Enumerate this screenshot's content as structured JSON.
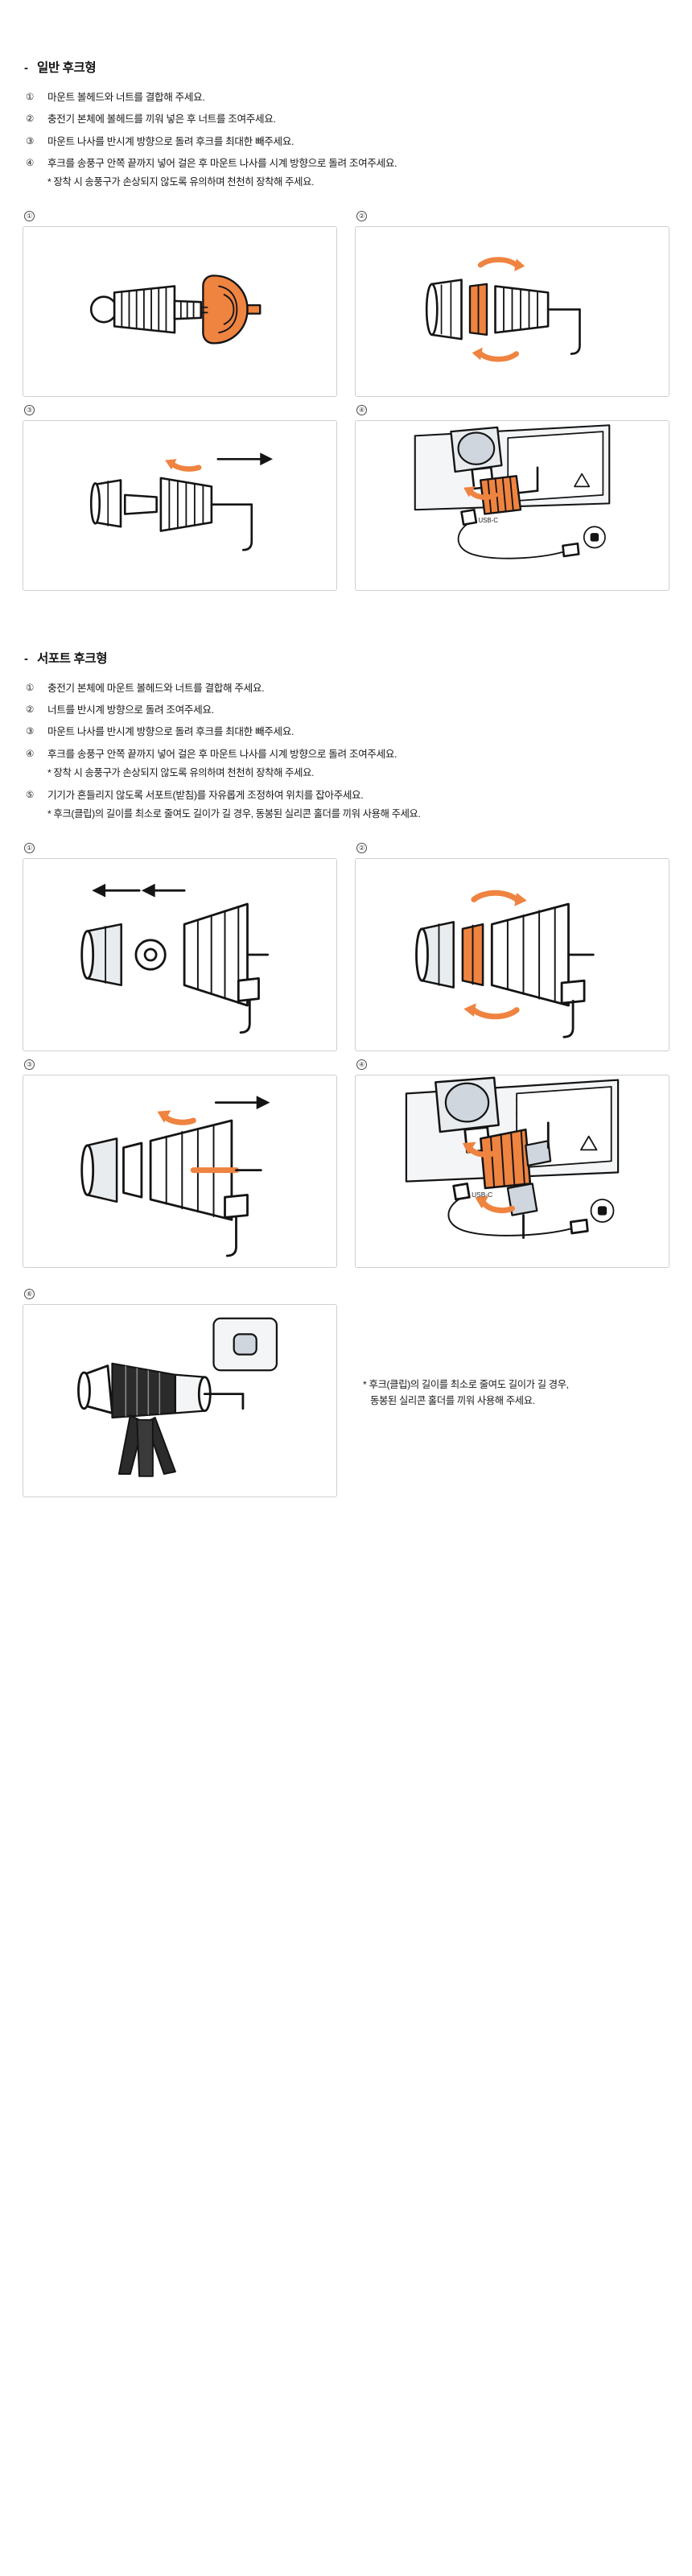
{
  "document": {
    "language": "ko"
  },
  "sections": [
    {
      "id": "standard-hook",
      "bullet": "-",
      "title": "일반 후크형",
      "steps": [
        {
          "num": "①",
          "text": "마운트 볼헤드와 너트를 결합해 주세요."
        },
        {
          "num": "②",
          "text": "충전기 본체에 볼헤드를 끼워 넣은 후 너트를 조여주세요."
        },
        {
          "num": "③",
          "text": "마운트 나사를 반시계 방향으로 돌려 후크를 최대한 빼주세요."
        },
        {
          "num": "④",
          "text": "후크를 송풍구 안쪽 끝까지 넣어 걸은 후 마운트 나사를 시계 방향으로 돌려 조여주세요."
        }
      ],
      "notes": [
        {
          "after": 4,
          "text": "* 장착 시 송풍구가 손상되지 않도록 유의하며 천천히 장착해 주세요."
        }
      ],
      "panels": [
        {
          "badge": "①",
          "caption": ""
        },
        {
          "badge": "②",
          "caption": ""
        },
        {
          "badge": "③",
          "caption": ""
        },
        {
          "badge": "④",
          "caption": "",
          "label": "USB-C"
        }
      ]
    },
    {
      "id": "support-hook",
      "bullet": "-",
      "title": "서포트 후크형",
      "steps": [
        {
          "num": "①",
          "text": "충전기 본체에 마운트 볼헤드와 너트를 결합해 주세요."
        },
        {
          "num": "②",
          "text": "너트를 반시계 방향으로 돌려 조여주세요."
        },
        {
          "num": "③",
          "text": "마운트 나사를 반시계 방향으로 돌려 후크를 최대한 빼주세요."
        },
        {
          "num": "④",
          "text": "후크를 송풍구 안쪽 끝까지 넣어 걸은 후 마운트 나사를 시계 방향으로 돌려 조여주세요."
        },
        {
          "num": "⑤",
          "text": "기기가 흔들리지 않도록 서포트(받침)를 자유롭게 조정하여 위치를 잡아주세요."
        }
      ],
      "notes": [
        {
          "after": 4,
          "text": "* 장착 시 송풍구가 손상되지 않도록 유의하며 천천히 장착해 주세요."
        },
        {
          "after": 5,
          "text": "* 후크(클립)의 길이를 최소로 줄여도 길이가 길 경우, 동봉된 실리콘 홀더를 끼워 사용해 주세요."
        }
      ],
      "panels": [
        {
          "badge": "①",
          "caption": ""
        },
        {
          "badge": "②",
          "caption": ""
        },
        {
          "badge": "③",
          "caption": ""
        },
        {
          "badge": "④",
          "caption": "",
          "label": "USB-C"
        },
        {
          "badge": "⑥",
          "caption": ""
        }
      ],
      "final_note_lines": [
        "* 후크(클립)의 길이를 최소로 줄여도 길이가 길 경우,",
        "동봉된 실리콘 홀더를 끼워 사용해 주세요."
      ]
    }
  ],
  "colors": {
    "accent": "#ef8340",
    "ink": "#141414",
    "panel_border": "#cfcfcf",
    "grey_part": "#e9ecef"
  },
  "icons": {
    "rotate": "rotate-arrow-icon",
    "push": "push-arrow-icon",
    "pull": "pull-arrow-icon",
    "connector": "usb-c-connector-icon"
  }
}
